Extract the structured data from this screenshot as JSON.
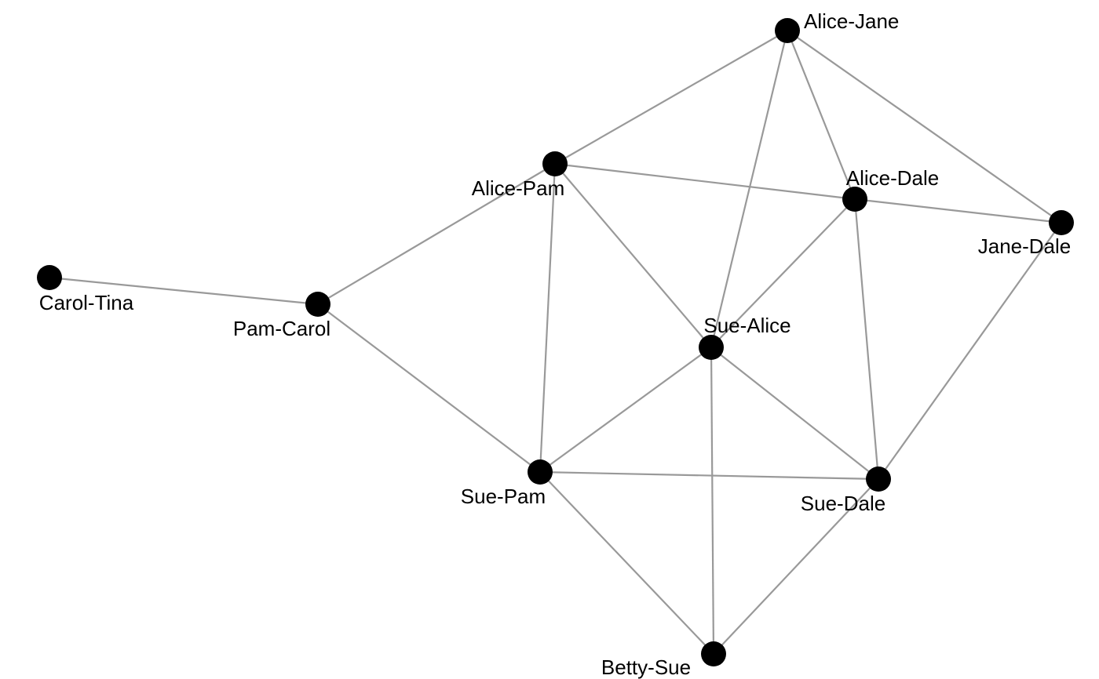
{
  "graph": {
    "colors": {
      "node": "#000000",
      "edge": "#999999",
      "background": "#ffffff"
    },
    "nodes": [
      {
        "id": "alice-jane",
        "label": "Alice-Jane"
      },
      {
        "id": "alice-pam",
        "label": "Alice-Pam"
      },
      {
        "id": "alice-dale",
        "label": "Alice-Dale"
      },
      {
        "id": "jane-dale",
        "label": "Jane-Dale"
      },
      {
        "id": "carol-tina",
        "label": "Carol-Tina"
      },
      {
        "id": "pam-carol",
        "label": "Pam-Carol"
      },
      {
        "id": "sue-alice",
        "label": "Sue-Alice"
      },
      {
        "id": "sue-pam",
        "label": "Sue-Pam"
      },
      {
        "id": "sue-dale",
        "label": "Sue-Dale"
      },
      {
        "id": "betty-sue",
        "label": "Betty-Sue"
      }
    ],
    "edges": [
      {
        "from": "alice-jane",
        "to": "alice-pam"
      },
      {
        "from": "alice-jane",
        "to": "alice-dale"
      },
      {
        "from": "alice-jane",
        "to": "jane-dale"
      },
      {
        "from": "alice-jane",
        "to": "sue-alice"
      },
      {
        "from": "alice-pam",
        "to": "alice-dale"
      },
      {
        "from": "alice-pam",
        "to": "pam-carol"
      },
      {
        "from": "alice-pam",
        "to": "sue-alice"
      },
      {
        "from": "alice-pam",
        "to": "sue-pam"
      },
      {
        "from": "alice-dale",
        "to": "jane-dale"
      },
      {
        "from": "alice-dale",
        "to": "sue-alice"
      },
      {
        "from": "alice-dale",
        "to": "sue-dale"
      },
      {
        "from": "jane-dale",
        "to": "sue-dale"
      },
      {
        "from": "carol-tina",
        "to": "pam-carol"
      },
      {
        "from": "pam-carol",
        "to": "sue-pam"
      },
      {
        "from": "sue-alice",
        "to": "sue-pam"
      },
      {
        "from": "sue-alice",
        "to": "sue-dale"
      },
      {
        "from": "sue-alice",
        "to": "betty-sue"
      },
      {
        "from": "sue-pam",
        "to": "sue-dale"
      },
      {
        "from": "sue-pam",
        "to": "betty-sue"
      },
      {
        "from": "sue-dale",
        "to": "betty-sue"
      }
    ]
  }
}
